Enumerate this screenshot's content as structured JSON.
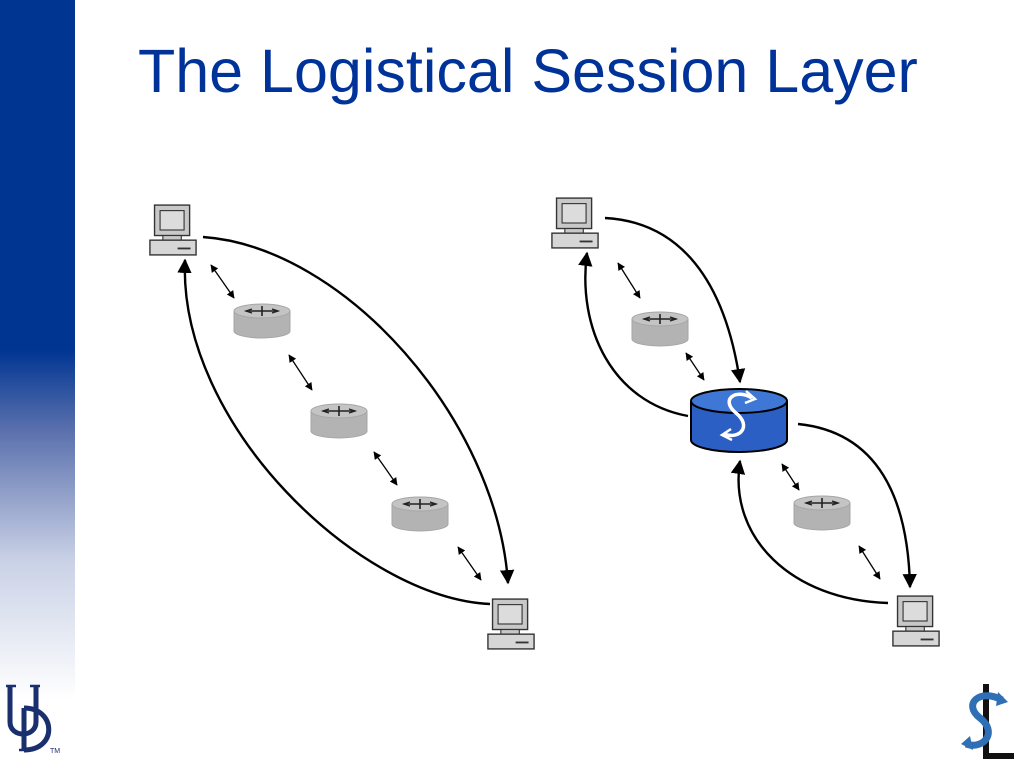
{
  "slide": {
    "title": "The Logistical Session Layer"
  },
  "diagram": {
    "left_panel": {
      "endpoints": [
        "computer",
        "computer"
      ],
      "routers": 3,
      "connection": "direct end-to-end session"
    },
    "right_panel": {
      "endpoints": [
        "computer",
        "computer"
      ],
      "routers": 2,
      "depot_label": "S",
      "connection": "session relayed through depot"
    }
  },
  "logos": {
    "left_trademark": "TM"
  },
  "colors": {
    "title": "#003399",
    "sidebar": "#003592",
    "depot": "#2b5fc4",
    "router": "#b4b4b4"
  }
}
